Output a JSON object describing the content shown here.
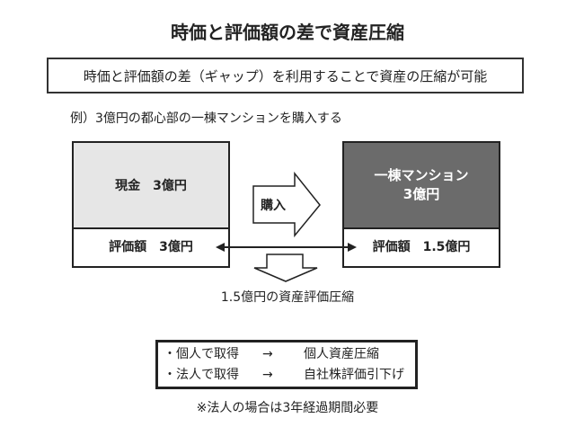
{
  "title": "時価と評価額の差で資産圧縮",
  "subtitle": "時価と評価額の差（ギャップ）を利用することで資産の圧縮が可能",
  "example": "例）3億円の都心部の一棟マンションを購入する",
  "left_box": {
    "top": "現金　3億円",
    "bottom": "評価額　3億円",
    "color": "#e6e6e6"
  },
  "right_box": {
    "top_line1": "一棟マンション",
    "top_line2": "3億円",
    "bottom": "評価額　1.5億円",
    "color": "#6b6b6b"
  },
  "arrow_label": "購入",
  "result": "1.5億円の資産評価圧縮",
  "list": [
    {
      "left": "・個人で取得",
      "arrow": "→",
      "right": "個人資産圧縮"
    },
    {
      "left": "・法人で取得",
      "arrow": "→",
      "right": "自社株評価引下げ"
    }
  ],
  "note": "※法人の場合は3年経過期間必要"
}
